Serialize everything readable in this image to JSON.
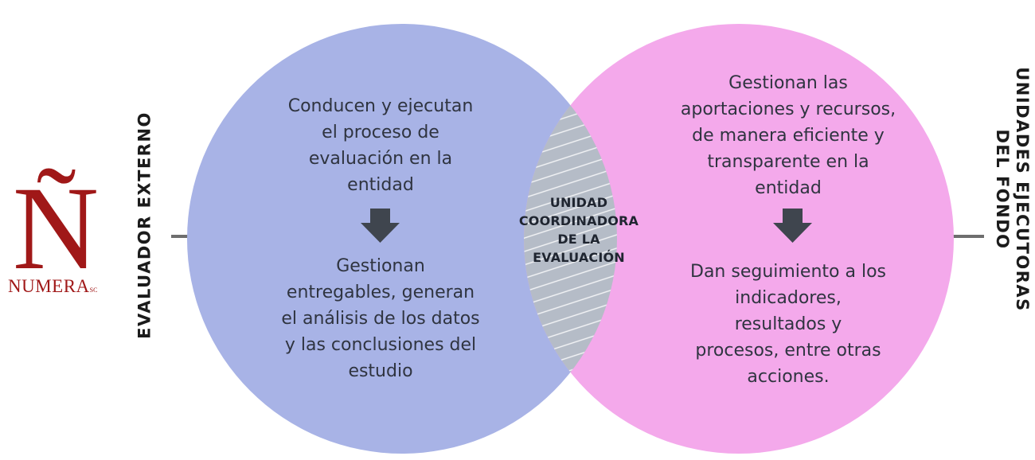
{
  "colors": {
    "left_circle": "#a8b3e6",
    "right_circle": "#f4a9eb",
    "overlap": "#b5bcc7",
    "arrow": "#3f454e",
    "connector": "#6e6e6e",
    "logo": "#a01818"
  },
  "logo": {
    "letter": "Ñ",
    "wordmark": "NUMERA",
    "suffix": "SC"
  },
  "left_label": "EVALUADOR EXTERNO",
  "right_label_lines": [
    "UNIDADES EJECUTORAS",
    "DEL FONDO"
  ],
  "left_circle": {
    "top_lines": [
      "Conducen y ejecutan",
      "el proceso de",
      "evaluación en la",
      "entidad"
    ],
    "bottom_lines": [
      "Gestionan",
      "entregables, generan",
      "el análisis de los datos",
      "y las conclusiones del",
      "estudio"
    ]
  },
  "right_circle": {
    "top_lines": [
      "Gestionan las",
      "aportaciones y recursos,",
      "de manera eficiente y",
      "transparente en la",
      "entidad"
    ],
    "bottom_lines": [
      "Dan seguimiento a los",
      "indicadores,",
      "resultados y",
      "procesos, entre otras",
      "acciones."
    ]
  },
  "center_lines": [
    "UNIDAD",
    "COORDINADORA",
    "DE LA",
    "EVALUACIÓN"
  ]
}
